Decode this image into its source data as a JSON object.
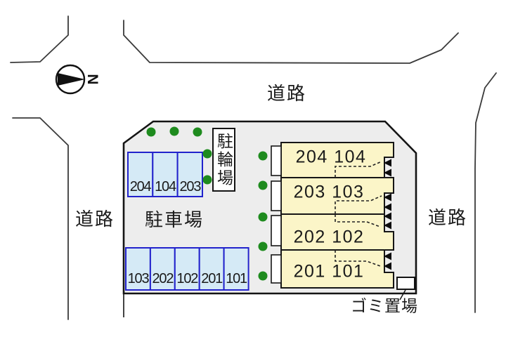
{
  "compass": {
    "north_label": "N",
    "direction": "north-points-right"
  },
  "roads": {
    "top": "道路",
    "left": "道路",
    "right": "道路"
  },
  "site": {
    "parking_lot_label": "駐車場",
    "bicycle_parking_label": "駐輪場",
    "garbage_area_label": "ゴミ置場",
    "parking_upper_row": [
      "204",
      "104",
      "203"
    ],
    "parking_lower_row": [
      "103",
      "202",
      "102",
      "201",
      "101"
    ],
    "building_units": [
      "204 104",
      "203 103",
      "202 102",
      "201 101"
    ],
    "tree_count": 10
  },
  "colors": {
    "plot_fill": "#ededed",
    "building_fill": "#fbf5c8",
    "parking_fill": "#d5eaf6",
    "parking_border": "#2222cc",
    "tree_green": "#1e8b1e",
    "line_black": "#1a1a1a",
    "road_line": "#3a3a3a"
  }
}
